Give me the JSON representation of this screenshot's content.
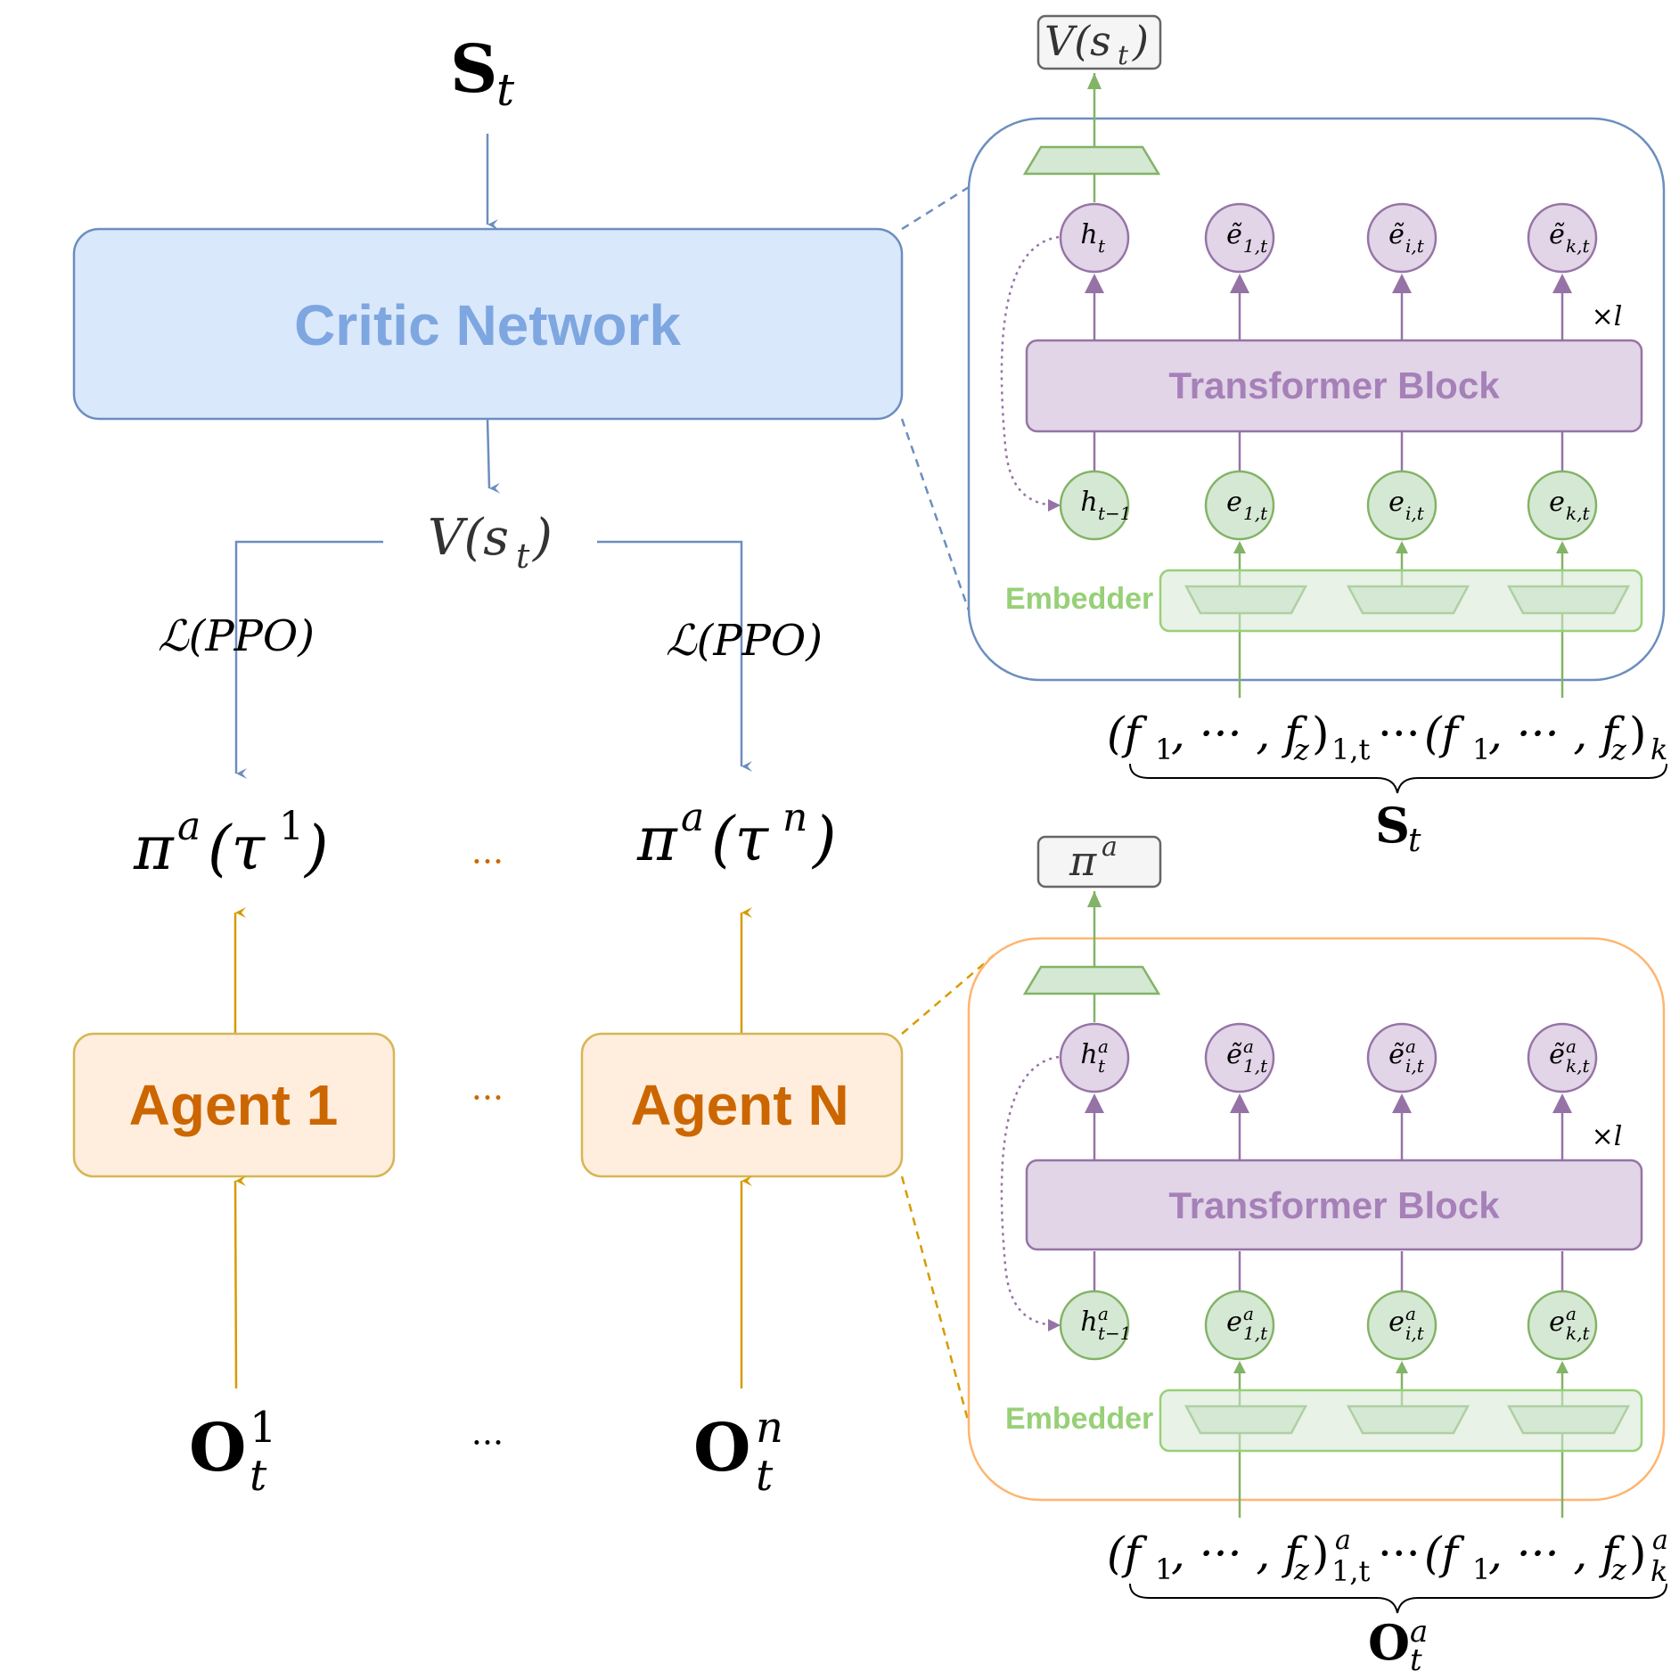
{
  "critic": {
    "input": "S",
    "input_sub": "t",
    "box_label": "Critic Network",
    "value_main": "V(s",
    "value_sub": "t",
    "value_end": ")",
    "loss_left": "ℒ(PPO)",
    "loss_right": "ℒ(PPO)"
  },
  "agents": {
    "policy_left": {
      "pi": "π",
      "sup": "a",
      "open": "(τ",
      "tsup": "1",
      "close": ")"
    },
    "policy_right": {
      "pi": "π",
      "sup": "a",
      "open": "(τ",
      "tsup": "n",
      "close": ")"
    },
    "policy_dots": "···",
    "agent1_label": "Agent 1",
    "agentN_label": "Agent N",
    "agent_dots": "···",
    "obs_left": {
      "main": "O",
      "sup": "1",
      "sub": "t"
    },
    "obs_right": {
      "main": "O",
      "sup": "n",
      "sub": "t"
    },
    "obs_dots": "···"
  },
  "critic_detail": {
    "output_main": "V(s",
    "output_sub": "t",
    "output_end": ")",
    "transformer_label": "Transformer Block",
    "repeat": "×l",
    "embedder_label": "Embedder",
    "top_nodes": [
      {
        "main": "h",
        "sub": "t"
      },
      {
        "main": "ẽ",
        "sub": "1,t"
      },
      {
        "main": "ẽ",
        "sub": "i,t"
      },
      {
        "main": "ẽ",
        "sub": "k,t"
      }
    ],
    "bottom_nodes": [
      {
        "main": "h",
        "sub": "t−1"
      },
      {
        "main": "e",
        "sub": "1,t"
      },
      {
        "main": "e",
        "sub": "i,t"
      },
      {
        "main": "e",
        "sub": "k,t"
      }
    ],
    "features_a": "(f",
    "features_a1": "1",
    "features_b": ", ··· , f",
    "features_b1": "z",
    "features_c": ")",
    "features_c1": "1,t",
    "features_dots": "···",
    "features_d": "(f",
    "features_d1": "1",
    "features_e": ", ··· , f",
    "features_e1": "z",
    "features_f": ")",
    "features_f1": "k",
    "brace_main": "S",
    "brace_sub": "t"
  },
  "agent_detail": {
    "output_main": "π",
    "output_sup": "a",
    "transformer_label": "Transformer Block",
    "repeat": "×l",
    "embedder_label": "Embedder",
    "top_nodes": [
      {
        "main": "h",
        "sup": "a",
        "sub": "t"
      },
      {
        "main": "ẽ",
        "sup": "a",
        "sub": "1,t"
      },
      {
        "main": "ẽ",
        "sup": "a",
        "sub": "i,t"
      },
      {
        "main": "ẽ",
        "sup": "a",
        "sub": "k,t"
      }
    ],
    "bottom_nodes": [
      {
        "main": "h",
        "sup": "a",
        "sub": "t−1"
      },
      {
        "main": "e",
        "sup": "a",
        "sub": "1,t"
      },
      {
        "main": "e",
        "sup": "a",
        "sub": "i,t"
      },
      {
        "main": "e",
        "sup": "a",
        "sub": "k,t"
      }
    ],
    "features_a": "(f",
    "features_a1": "1",
    "features_b": ", ··· , f",
    "features_b1": "z",
    "features_c": ")",
    "features_c_sup": "a",
    "features_c1": "1,t",
    "features_dots": "···",
    "features_d": "(f",
    "features_d1": "1",
    "features_e": ", ··· , f",
    "features_e1": "z",
    "features_f": ")",
    "features_f_sup": "a",
    "features_f1": "k",
    "brace_main": "O",
    "brace_sup": "a",
    "brace_sub": "t"
  },
  "colors": {
    "blue": "#6c8ebf",
    "blue_fill": "#dae8fc",
    "blue_text": "#7ea6e0",
    "orange": "#d79b00",
    "orange_border": "#d6b656",
    "orange_fill": "#ffeedd",
    "orange_text": "#cc6600",
    "orange_panel": "#ffb570",
    "green": "#82b366",
    "green_fill": "#d5e8d4",
    "green_text": "#97d077",
    "purple": "#9673a6",
    "purple_fill": "#e1d5e7",
    "purple_text": "#a680b8"
  }
}
